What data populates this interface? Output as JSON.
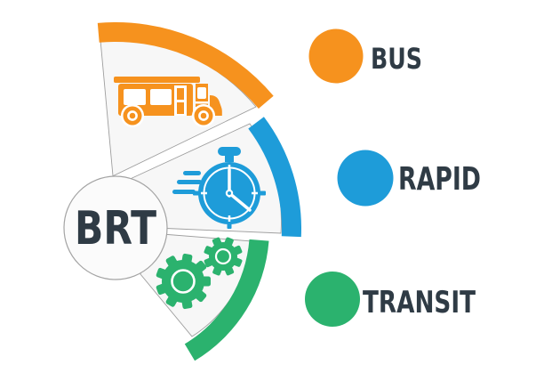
{
  "infographic": {
    "acronym": "BRT",
    "items": [
      {
        "label": "BUS",
        "color": "#F6921E",
        "icon": "bus-icon"
      },
      {
        "label": "RAPID",
        "color": "#1E9CD9",
        "icon": "stopwatch-icon"
      },
      {
        "label": "TRANSIT",
        "color": "#2BB26E",
        "icon": "gears-icon"
      }
    ]
  },
  "colors": {
    "dark_text": "#2F3B45",
    "sector_fill": "#F7F7F7",
    "sector_stroke": "#9E9E9E",
    "badge_fill": "#FBFBFB",
    "badge_stroke": "#A3A3A3",
    "white": "#FFFFFF"
  }
}
